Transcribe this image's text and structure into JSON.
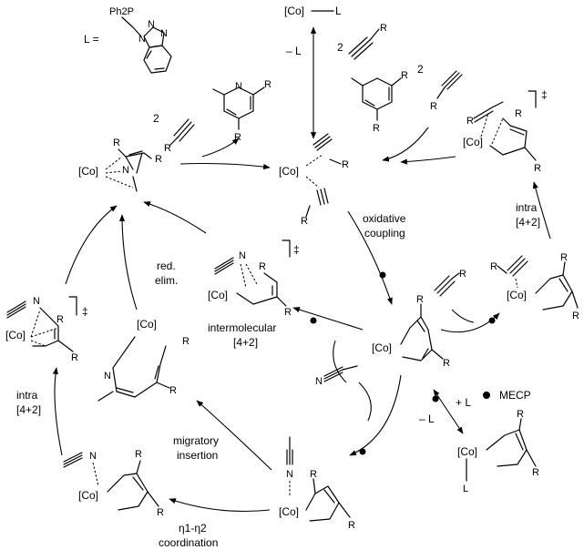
{
  "ligand": {
    "label": "L =",
    "ph2p": "Ph2P",
    "n": "N"
  },
  "atoms": {
    "co": "[Co]",
    "r": "R",
    "n": "N",
    "l": "L"
  },
  "top": {
    "co_l": "[Co]",
    "l": "L",
    "minus_l": "– L",
    "two_a": "2",
    "two_b": "2",
    "two_c": "2"
  },
  "labels": {
    "oxidative_coupling_1": "oxidative",
    "oxidative_coupling_2": "coupling",
    "intra_right_1": "intra",
    "intra_right_2": "[4+2]",
    "intra_left_1": "intra",
    "intra_left_2": "[4+2]",
    "red_elim_1": "red.",
    "red_elim_2": "elim.",
    "intermolecular_1": "intermolecular",
    "intermolecular_2": "[4+2]",
    "migratory_1": "migratory",
    "migratory_2": "insertion",
    "coordination_1": "η1-η2",
    "coordination_2": "coordination",
    "plus_l": "+ L",
    "minus_l": "– L",
    "mecp": "MECP",
    "ts": "‡"
  }
}
